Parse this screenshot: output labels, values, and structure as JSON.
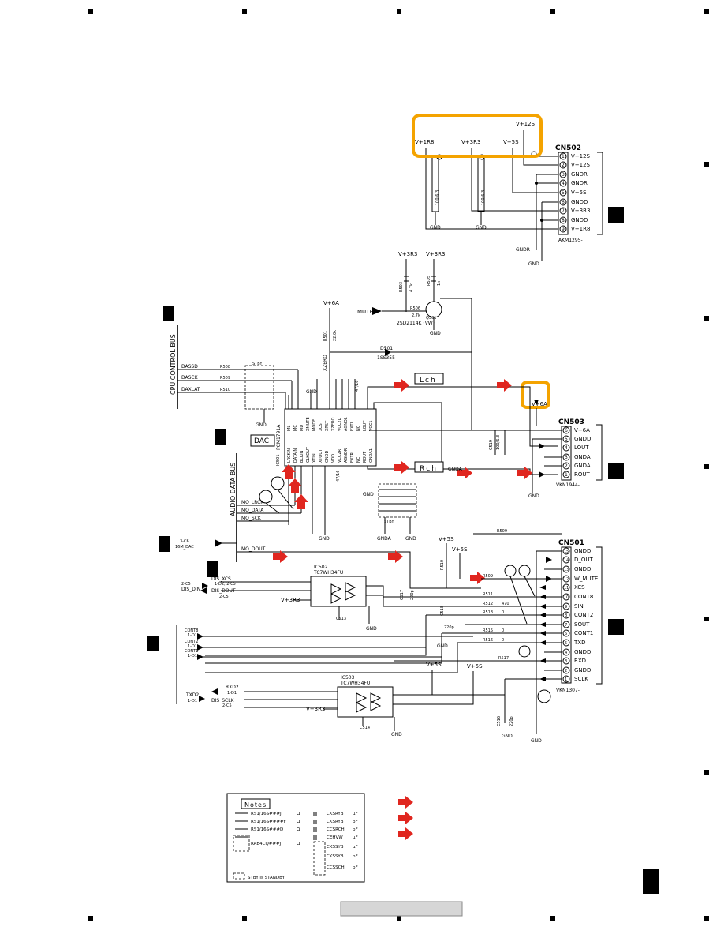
{
  "connectors": {
    "cn502": {
      "ref": "CN502",
      "part": "AKM1295-",
      "pins": [
        {
          "n": "1",
          "name": "V+12S"
        },
        {
          "n": "2",
          "name": "V+12S"
        },
        {
          "n": "3",
          "name": "GNDR"
        },
        {
          "n": "4",
          "name": "GNDR"
        },
        {
          "n": "5",
          "name": "V+5S"
        },
        {
          "n": "6",
          "name": "GNDD"
        },
        {
          "n": "7",
          "name": "V+3R3"
        },
        {
          "n": "8",
          "name": "GNDD"
        },
        {
          "n": "9",
          "name": "V+1R8"
        }
      ]
    },
    "cn503": {
      "ref": "CN503",
      "part": "VKN1944-",
      "pins": [
        {
          "n": "6",
          "name": "V+6A"
        },
        {
          "n": "5",
          "name": "GNDD"
        },
        {
          "n": "4",
          "name": "LOUT"
        },
        {
          "n": "3",
          "name": "GNDA"
        },
        {
          "n": "2",
          "name": "GNDA"
        },
        {
          "n": "1",
          "name": "ROUT"
        }
      ]
    },
    "cn501": {
      "ref": "CN501",
      "part": "VKN1307-",
      "pins": [
        {
          "n": "15",
          "name": "GNDD"
        },
        {
          "n": "14",
          "name": "D_OUT"
        },
        {
          "n": "13",
          "name": "GNDD"
        },
        {
          "n": "12",
          "name": "W_MUTE"
        },
        {
          "n": "11",
          "name": "XCS"
        },
        {
          "n": "10",
          "name": "CONT8"
        },
        {
          "n": "9",
          "name": "SIN"
        },
        {
          "n": "8",
          "name": "CONT2"
        },
        {
          "n": "7",
          "name": "SOUT"
        },
        {
          "n": "6",
          "name": "CONT1"
        },
        {
          "n": "5",
          "name": "TXD"
        },
        {
          "n": "4",
          "name": "GNDD"
        },
        {
          "n": "3",
          "name": "RXD"
        },
        {
          "n": "2",
          "name": "GNDD"
        },
        {
          "n": "1",
          "name": "SCLK"
        }
      ]
    }
  },
  "power_rails": {
    "v12s": "V+12S",
    "v1r8": "V+1R8",
    "v3r3": "V+3R3",
    "v5s": "V+5S",
    "v6a": "V+6A",
    "v3r3_a": "V+3R3",
    "v3r3_b": "V+3R3",
    "v6a_top": "V+6A",
    "v5s_a": "V+5S",
    "v5s_b": "V+5S",
    "v5s_c": "V+5S",
    "v5s_d": "V+5S",
    "v3r3_c": "V+3R3",
    "v3r3_d": "V+3R3"
  },
  "grounds": {
    "gnd": "GND",
    "gndr": "GNDR",
    "gnda": "GNDA"
  },
  "bus_labels": {
    "cpu_bus": "CPU CONTROL BUS",
    "audio_bus": "AUDIO DATA BUS"
  },
  "dac": {
    "label": "DAC",
    "part": "PCM1791A",
    "ref": "IC501",
    "left_pins": [
      "LRCKIN",
      "DATAIN",
      "BCKIN",
      "CLKOUT",
      "XTIN",
      "XTOUT",
      "GNDD",
      "VDD",
      "VCC2R",
      "AGNDR",
      "EXTR",
      "NC",
      "ROUT",
      "GNDA1"
    ],
    "top_pins": [
      "ML",
      "MC",
      "MD",
      "XMUTE",
      "MODE",
      "XCS",
      "XRST",
      "XZERO",
      "VCC2L",
      "AGNDL",
      "EXTL",
      "NC",
      "LOUT",
      "VCC1"
    ]
  },
  "signals": {
    "dassd": "DASSD",
    "dasck": "DASCK",
    "daxlat": "DAXLAT",
    "mute": "MUTE",
    "stby": "STBY",
    "xzero": "XZERO",
    "lch": "Lch",
    "rch": "Rch",
    "mo_lrck": "MO_LRCK",
    "mo_data": "MO_DATA",
    "mo_sck": "MO_SCK",
    "mo_dout": "MO_DOUT",
    "dis_xcs": "DIS_XCS",
    "dis_din": "DIS_DIN",
    "dis_dout": "DIS_DOUT",
    "dis_sclk": "DIS_SCLK",
    "rxd2": "RXD2",
    "txd2": "TXD2",
    "cont8": "CONT8",
    "cont2": "CONT2",
    "cont1": "CONT1"
  },
  "offpage": {
    "ref_3c6": "3-C6",
    "ref_16m": "16M_DAC",
    "ref_2c5": "2-C5",
    "ref_1d2": "1-D2, 2-C5",
    "ref_2c5b": "2-C5",
    "ref_101": "1-D1",
    "ref_101b": "1-D1",
    "ref_101c": "1-D1",
    "ref_101d": "1-D1",
    "ref_101e": "1-D1",
    "ref_2c5c": "2-C5"
  },
  "components": {
    "q501": {
      "ref": "Q501",
      "part": "2SD2114K (VW)"
    },
    "d501": {
      "ref": "D501",
      "part": "1SS355"
    },
    "r503": {
      "ref": "R503",
      "val": "4.7k"
    },
    "r505": {
      "ref": "R505",
      "val": "1k"
    },
    "r506": {
      "ref": "R506",
      "val": "2.7k"
    },
    "r501": {
      "ref": "R501",
      "val": "22.0k"
    },
    "ic502": {
      "ref": "IC502",
      "part": "TC7WH34FU"
    },
    "ic503": {
      "ref": "IC503",
      "part": "TC7WH34FU"
    },
    "r508": "R508",
    "r509": "R509",
    "r510": "R510",
    "r511": "R511",
    "r512": "R512",
    "r513": "R513",
    "r515": "R515",
    "r516": "R516",
    "r517": "R517",
    "c517": "C517",
    "c519": "C519",
    "c516": "C516",
    "c518": "C518",
    "v470": "470",
    "v100": "100/6.3",
    "v220p": "220p",
    "v0": "0",
    "v47_16": "47/16",
    "c513": "C513",
    "c514": "C514"
  },
  "notes": {
    "title": "Notes",
    "items_left": [
      "RS1/16S###J",
      "RS1/16S####F",
      "RS1/16S###D",
      "RAB4CQ###J"
    ],
    "unit_ohm": "Ω",
    "items_right": [
      "CKSRYB",
      "CKSRYB",
      "CCSRCH",
      "CEHVW",
      "CKSSYB",
      "CKSSYB",
      "CCSSCH"
    ],
    "units_right": [
      "μF",
      "pF",
      "pF",
      "μF",
      "μF",
      "pF",
      "pF"
    ],
    "standby": "STBY is STANDBY"
  },
  "colors": {
    "highlight": "#f4a300",
    "arrow": "#e0261f"
  }
}
